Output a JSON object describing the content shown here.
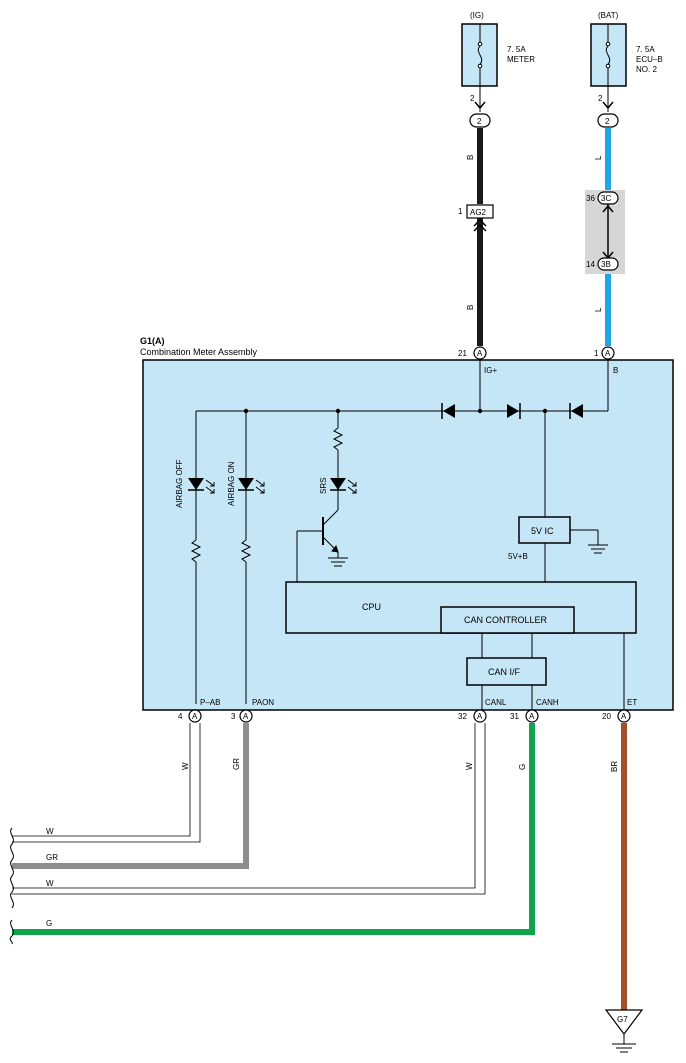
{
  "fuses": {
    "ig": {
      "source": "(IG)",
      "rating": "7. 5A",
      "name": "METER",
      "pin": "2",
      "conn": "2"
    },
    "bat": {
      "source": "(BAT)",
      "rating": "7. 5A",
      "name": "ECU–B",
      "name2": "NO. 2",
      "pin": "2",
      "conn": "2"
    }
  },
  "wires": {
    "ig_upper": "B",
    "ig_lower": "B",
    "bat_upper": "L",
    "bat_lower": "L",
    "w1": "W",
    "gr": "GR",
    "w2": "W",
    "g": "G",
    "br": "BR"
  },
  "connectors": {
    "ag2": {
      "pin": "1",
      "label": "AG2"
    },
    "c3c": {
      "pin": "36",
      "label": "3C"
    },
    "c3b": {
      "pin": "14",
      "label": "3B"
    },
    "ground": "G7"
  },
  "meter": {
    "ref": "G1(A)",
    "title": "Combination Meter Assembly",
    "terminal_letter": "A",
    "top_pins": [
      {
        "num": "21",
        "name": "IG+"
      },
      {
        "num": "1",
        "name": "B"
      }
    ],
    "bottom_pins": [
      {
        "num": "4",
        "name": "P–AB"
      },
      {
        "num": "3",
        "name": "PAON"
      },
      {
        "num": "32",
        "name": "CANL"
      },
      {
        "num": "31",
        "name": "CANH"
      },
      {
        "num": "20",
        "name": "ET"
      }
    ],
    "leds": {
      "airbag_off": "AIRBAG OFF",
      "airbag_on": "AIRBAG ON",
      "srs": "SRS"
    },
    "blocks": {
      "ic": "5V IC",
      "ic_out": "5V+B",
      "cpu": "CPU",
      "can_controller": "CAN CONTROLLER",
      "can_if": "CAN I/F"
    }
  },
  "colors": {
    "panel": "#c5e6f6",
    "black_wire": "#1a1a1a",
    "blue_wire": "#1ea6e6",
    "gray_wire": "#8e8e8e",
    "green_wire": "#10a54c",
    "brown_wire": "#a0522d",
    "connector_bg": "#d6d6d6"
  }
}
